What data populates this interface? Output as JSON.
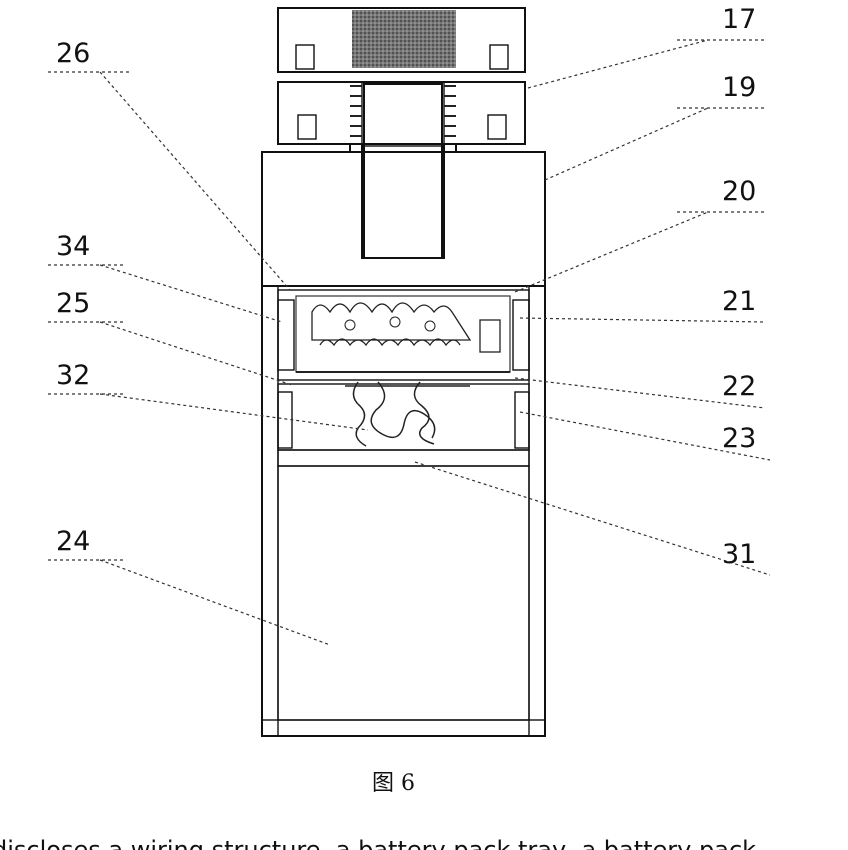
{
  "labels": {
    "l17": "17",
    "l19": "19",
    "l20": "20",
    "l21": "21",
    "l22": "22",
    "l23": "23",
    "l24": "24",
    "l25": "25",
    "l26": "26",
    "l31": "31",
    "l32": "32",
    "l34": "34"
  },
  "caption": "图 6",
  "bottom_text": "discloses a wiring structure, a battery pack tray, a battery pack"
}
